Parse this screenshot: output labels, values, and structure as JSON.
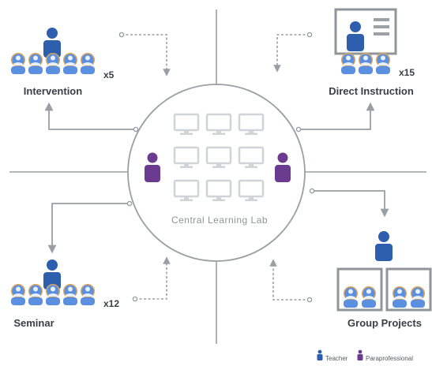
{
  "hub": {
    "label": "Central Learning Lab",
    "computer_count": 9
  },
  "stations": {
    "intervention": {
      "label": "Intervention",
      "count": "x5",
      "students": 5
    },
    "direct_instruction": {
      "label": "Direct Instruction",
      "count": "x15",
      "students": 3
    },
    "seminar": {
      "label": "Seminar",
      "count": "x12",
      "students": 5
    },
    "group_projects": {
      "label": "Group Projects",
      "count": "",
      "tables": 2
    }
  },
  "legend": {
    "teacher": "Teacher",
    "paraprofessional": "Paraprofessional"
  },
  "colors": {
    "teacher": "#2e5fae",
    "student": "#5b8fe0",
    "student_ring": "#d9a35c",
    "paraprofessional": "#6a3b8f",
    "lines": "#9a9fa5",
    "hub_bg": "#ffffff",
    "computer": "#dfe3e6"
  }
}
